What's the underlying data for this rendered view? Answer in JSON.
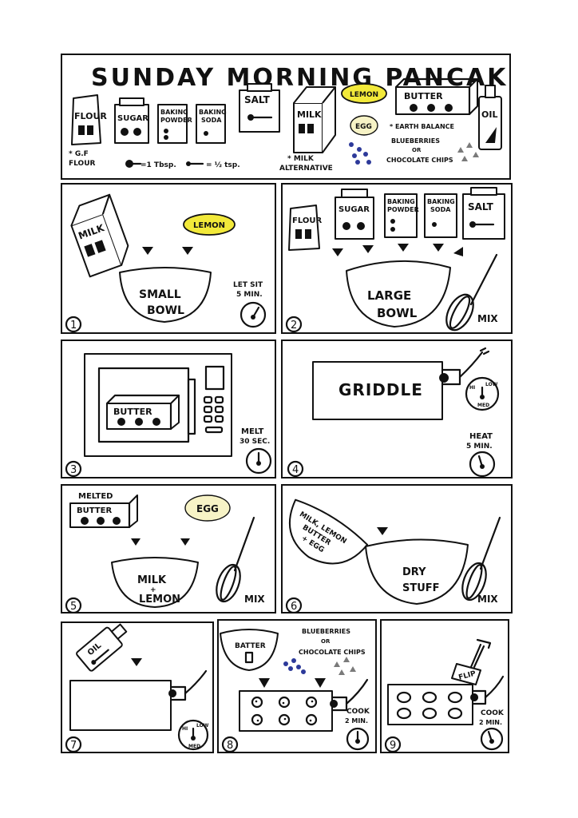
{
  "title": "SUNDAY MORNING PANCAKES",
  "legend": {
    "flour": "FLOUR",
    "sugar": "SUGAR",
    "baking_powder": [
      "BAKING",
      "POWDER"
    ],
    "baking_soda": [
      "BAKING",
      "SODA"
    ],
    "salt": "SALT",
    "milk": "MILK",
    "lemon": "LEMON",
    "egg": "EGG",
    "butter": "BUTTER",
    "oil": "OIL",
    "gf_note": [
      "* G.F",
      "FLOUR"
    ],
    "tbsp_note": "=1 Tbsp.",
    "tsp_note": "= ½ tsp.",
    "milk_note": [
      "* MILK",
      "ALTERNATIVE"
    ],
    "butter_note": "* EARTH BALANCE",
    "berries_note": [
      "BLUEBERRIES",
      "OR",
      "CHOCOLATE CHIPS"
    ]
  },
  "steps": [
    {
      "n": "1",
      "bowl": [
        "SMALL",
        "BOWL"
      ],
      "note": [
        "LET SIT",
        "5 MIN."
      ]
    },
    {
      "n": "2",
      "bowl": [
        "LARGE",
        "BOWL"
      ],
      "action": "MIX"
    },
    {
      "n": "3",
      "item": "BUTTER",
      "note": [
        "MELT",
        "30 SEC."
      ]
    },
    {
      "n": "4",
      "item": "GRIDDLE",
      "note": [
        "HEAT",
        "5 MIN."
      ]
    },
    {
      "n": "5",
      "label": "MELTED",
      "item": "BUTTER",
      "egg": "EGG",
      "bowl": [
        "MILK",
        "+",
        "LEMON"
      ],
      "action": "MIX"
    },
    {
      "n": "6",
      "small_bowl": [
        "MILK, LEMON",
        "BUTTER",
        "+ EGG"
      ],
      "bowl": [
        "DRY",
        "STUFF"
      ],
      "action": "MIX"
    },
    {
      "n": "7",
      "item": "OIL"
    },
    {
      "n": "8",
      "bowl": "BATTER",
      "berries": [
        "BLUEBERRIES",
        "OR",
        "CHOCOLATE CHIPS"
      ],
      "note": [
        "COOK",
        "2 MIN."
      ]
    },
    {
      "n": "9",
      "flip": "FLIP",
      "note": [
        "COOK",
        "2 MIN."
      ]
    }
  ],
  "dial": {
    "hi": "HI",
    "low": "LOW",
    "med": "MED"
  }
}
